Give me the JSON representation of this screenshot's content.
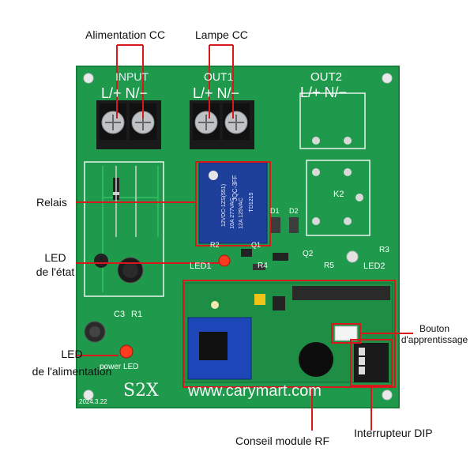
{
  "callouts": {
    "alimentation_cc": "Alimentation CC",
    "lampe_cc": "Lampe CC",
    "relais": "Relais",
    "led_etat_line1": "LED",
    "led_etat_line2": "de l'état",
    "led_alim_line1": "LED",
    "led_alim_line2": "de l'alimentation",
    "bouton_line1": "Bouton",
    "bouton_line2": "d'apprentissage",
    "conseil_module_rf": "Conseil module RF",
    "interrupteur_dip": "Interrupteur DIP"
  },
  "board": {
    "input_label": "INPUT",
    "input_polarity": "L/+ N/−",
    "out1_label": "OUT1",
    "out1_polarity": "L/+ N/−",
    "out2_label": "OUT2",
    "out2_polarity": "L/+ N/−",
    "relay_text_1": "JQC-3FF",
    "relay_text_2": "12VDC-1ZS(551)",
    "relay_text_3": "10A 277VAC",
    "relay_text_4": "12A 125VAC",
    "relay_text_5": "TD1215",
    "k2_label": "K2",
    "r2_label": "R2",
    "q1_label": "Q1",
    "q2_label": "Q2",
    "r3_label": "R3",
    "r4_label": "R4",
    "r5_label": "R5",
    "d1_label": "D1",
    "d2_label": "D2",
    "led1_label": "LED1",
    "led2_label": "LED2",
    "c3_label": "C3",
    "r1_label": "R1",
    "power_led_label": "power LED",
    "model": "S2X",
    "url": "www.carymart.com",
    "date": "2024.3.22"
  },
  "colors": {
    "pcb": "#1f9a4c",
    "pcb_dark": "#177f3d",
    "callout_red": "#d7191c",
    "terminal_black": "#1a1a1a",
    "relay_blue": "#1e3f9a",
    "rf_module_blue": "#1d47b8"
  }
}
